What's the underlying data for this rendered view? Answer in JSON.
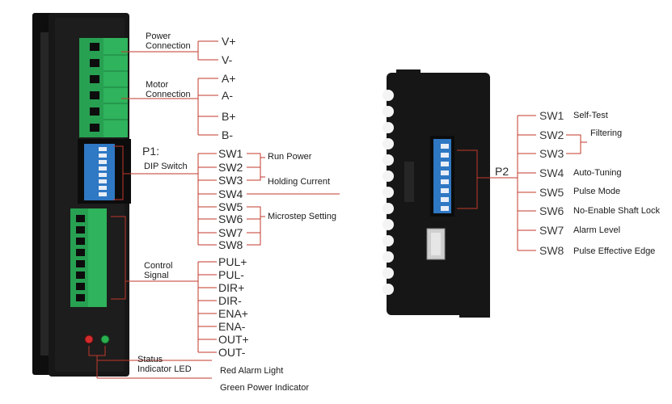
{
  "left": {
    "groups": {
      "power": [
        "Power",
        "Connection"
      ],
      "motor": [
        "Motor",
        "Connection"
      ],
      "dip": [
        "P1:",
        "DIP Switch"
      ],
      "control": [
        "Control",
        "Signal"
      ],
      "status": [
        "Status",
        "Indicator LED"
      ]
    },
    "power_pins": [
      "V+",
      "V-"
    ],
    "motor_pins": [
      "A+",
      "A-",
      "B+",
      "B-"
    ],
    "dip_pins": [
      "SW1",
      "SW2",
      "SW3",
      "SW4",
      "SW5",
      "SW6",
      "SW7",
      "SW8"
    ],
    "dip_notes": {
      "run_power": "Run Power",
      "holding_current": "Holding Current",
      "microstep": "Microstep Setting"
    },
    "control_pins": [
      "PUL+",
      "PUL-",
      "DIR+",
      "DIR-",
      "ENA+",
      "ENA-",
      "OUT+",
      "OUT-"
    ],
    "leds": [
      "Red Alarm Light",
      "Green Power Indicator"
    ]
  },
  "right": {
    "connector": "P2",
    "switches": [
      {
        "id": "SW1",
        "desc": "Self-Test"
      },
      {
        "id": "SW2",
        "desc": "Filtering"
      },
      {
        "id": "SW3",
        "desc": ""
      },
      {
        "id": "SW4",
        "desc": "Auto-Tuning"
      },
      {
        "id": "SW5",
        "desc": "Pulse Mode"
      },
      {
        "id": "SW6",
        "desc": "No-Enable Shaft Lock"
      },
      {
        "id": "SW7",
        "desc": "Alarm Level"
      },
      {
        "id": "SW8",
        "desc": "Pulse Effective Edge"
      }
    ]
  },
  "colors": {
    "leader": "#c0392b",
    "body": "#151515",
    "terminal": "#2fb35c",
    "dip": "#2f78c4"
  }
}
